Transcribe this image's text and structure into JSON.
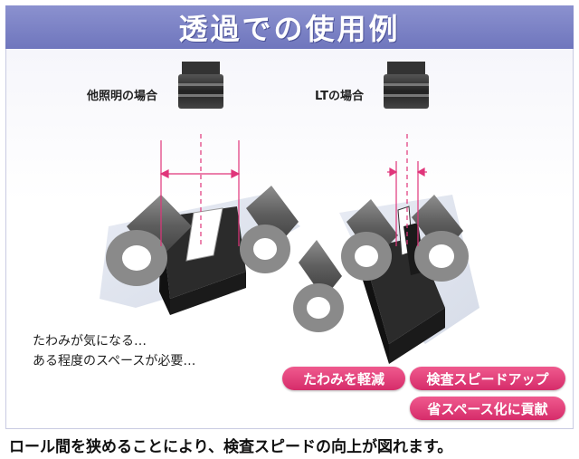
{
  "title": "透過での使用例",
  "left_setup": {
    "label": "他照明の場合",
    "notes": [
      "たわみが気になる…",
      "ある程度のスペースが必要…"
    ]
  },
  "right_setup": {
    "label": "LTの場合",
    "benefits": [
      "たわみを軽減",
      "検査スピードアップ",
      "省スペース化に貢献"
    ]
  },
  "caption": "ロール間を狭めることにより、検査スピードの向上が図れます。",
  "colors": {
    "banner": "#7b82c6",
    "accent": "#e0357a",
    "dimension": "#e0357a"
  }
}
